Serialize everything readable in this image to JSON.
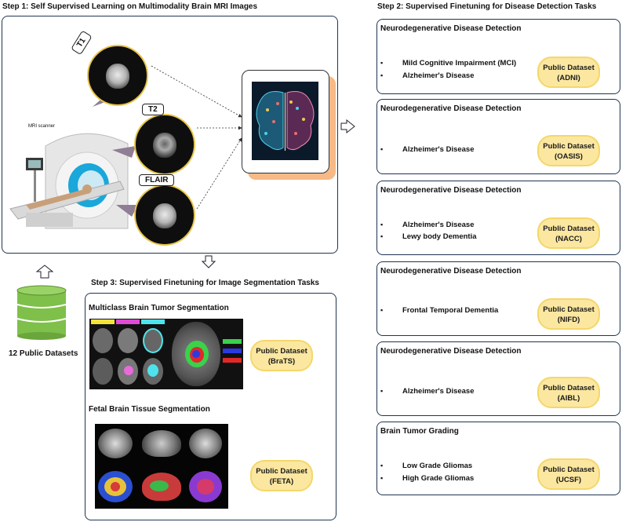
{
  "step1": {
    "title": "Step 1: Self Supervised Learning on Multimodality Brain MRI Images",
    "modalities": [
      "T1",
      "T2",
      "FLAIR"
    ],
    "scanner_label": "MRI scanner"
  },
  "step2": {
    "title": "Step 2: Supervised Finetuning for Disease Detection Tasks",
    "tasks": [
      {
        "title": "Neurodegenerative Disease Detection",
        "items": [
          "Mild Cognitive Impairment (MCI)",
          "Alzheimer's Disease"
        ],
        "dataset_line1": "Public Dataset",
        "dataset_line2": "(ADNI)"
      },
      {
        "title": "Neurodegenerative Disease Detection",
        "items": [
          "Alzheimer's Disease"
        ],
        "dataset_line1": "Public Dataset",
        "dataset_line2": "(OASIS)"
      },
      {
        "title": "Neurodegenerative Disease Detection",
        "items": [
          "Alzheimer's Disease",
          "Lewy body Dementia"
        ],
        "dataset_line1": "Public Dataset",
        "dataset_line2": "(NACC)"
      },
      {
        "title": "Neurodegenerative Disease Detection",
        "items": [
          "Frontal Temporal Dementia"
        ],
        "dataset_line1": "Public Dataset",
        "dataset_line2": "(NIFD)"
      },
      {
        "title": "Neurodegenerative Disease Detection",
        "items": [
          "Alzheimer's Disease"
        ],
        "dataset_line1": "Public Dataset",
        "dataset_line2": "(AIBL)"
      },
      {
        "title": "Brain Tumor Grading",
        "items": [
          "Low Grade Gliomas",
          "High Grade Gliomas"
        ],
        "dataset_line1": "Public Dataset",
        "dataset_line2": "(UCSF)"
      }
    ]
  },
  "step3": {
    "title": "Step 3: Supervised Finetuning for Image Segmentation Tasks",
    "tasks": [
      {
        "title": "Multiclass Brain Tumor Segmentation",
        "dataset_line1": "Public Dataset",
        "dataset_line2": "(BraTS)"
      },
      {
        "title": "Fetal Brain Tissue Segmentation",
        "dataset_line1": "Public Dataset",
        "dataset_line2": "(FETA)"
      }
    ]
  },
  "datasets": {
    "label": "12 Public Datasets"
  },
  "colors": {
    "panel_border": "#1f3552",
    "pill_fill": "#fbe7a0",
    "pill_border": "#f4d76a",
    "database_green": "#7ec04a"
  }
}
